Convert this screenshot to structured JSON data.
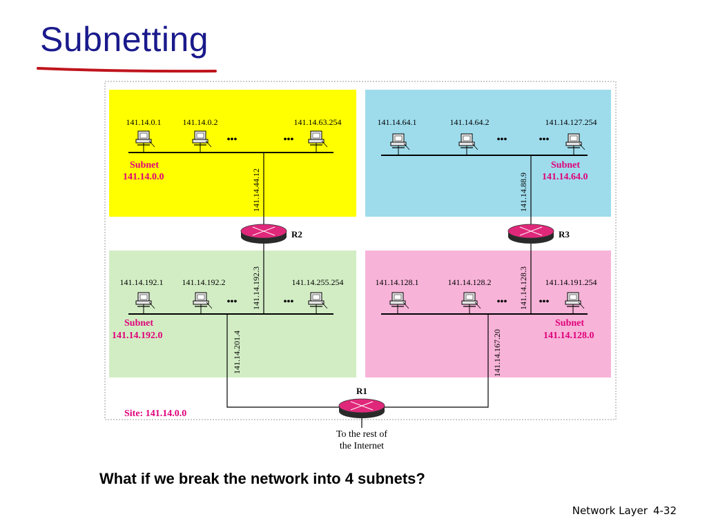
{
  "slide": {
    "title": "Subnetting",
    "caption": "What if we break the network into 4 subnets?",
    "footer_section": "Network Layer",
    "footer_page": "4-32"
  },
  "colors": {
    "title": "#1a1a8c",
    "underline": "#c0141c",
    "subnet_yellow": "#ffff00",
    "subnet_blue": "#9edcec",
    "subnet_green": "#d2edc4",
    "subnet_pink": "#f7b3d8",
    "subnet_label": "#e0007a",
    "router": "#e0287a"
  },
  "diagram": {
    "site_label": "Site: 141.14.0.0",
    "internet_label_line1": "To the rest of",
    "internet_label_line2": "the Internet",
    "ellipsis": "•••",
    "routers": {
      "r1": "R1",
      "r2": "R2",
      "r3": "R3"
    },
    "subnets": {
      "top_left": {
        "word": "Subnet",
        "address": "141.14.0.0",
        "hosts": [
          "141.14.0.1",
          "141.14.0.2",
          "141.14.63.254"
        ],
        "link_ip": "141.14.44.12"
      },
      "top_right": {
        "word": "Subnet",
        "address": "141.14.64.0",
        "hosts": [
          "141.14.64.1",
          "141.14.64.2",
          "141.14.127.254"
        ],
        "link_ip": "141.14.88.9"
      },
      "bottom_left": {
        "word": "Subnet",
        "address": "141.14.192.0",
        "hosts": [
          "141.14.192.1",
          "141.14.192.2",
          "141.14.255.254"
        ],
        "link_ip": "141.14.192.3",
        "uplink_ip": "141.14.201.4"
      },
      "bottom_right": {
        "word": "Subnet",
        "address": "141.14.128.0",
        "hosts": [
          "141.14.128.1",
          "141.14.128.2",
          "141.14.191.254"
        ],
        "link_ip": "141.14.128.3",
        "uplink_ip": "141.14.167.20"
      }
    }
  }
}
